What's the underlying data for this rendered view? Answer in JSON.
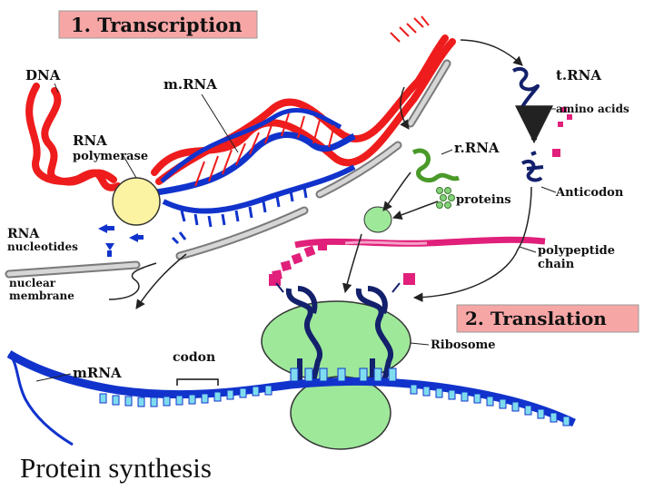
{
  "sections": {
    "transcription": "1. Transcription",
    "translation": "2. Translation"
  },
  "labels": {
    "dna": "DNA",
    "mrna_top": "m.RNA",
    "rna_polymerase_line1": "RNA",
    "rna_polymerase_line2": "polymerase",
    "rna_nucleotides_line1": "RNA",
    "rna_nucleotides_line2": "nucleotides",
    "nuclear_membrane_line1": "nuclear",
    "nuclear_membrane_line2": "membrane",
    "trna": "t.RNA",
    "amino_acids": "amino acids",
    "rrna": "r.RNA",
    "anticodon": "Anticodon",
    "proteins": "proteins",
    "polypeptide_line1": "polypeptide",
    "polypeptide_line2": "chain",
    "ribosome": "Ribosome",
    "codon": "codon",
    "mrna_bottom": "mRNA"
  },
  "caption": "Protein synthesis",
  "colors": {
    "header_bg": "#f7a6a6",
    "dna_red": "#ee1c1c",
    "mrna_blue": "#1133cc",
    "trna_navy": "#13206b",
    "ribosome_green": "#9ee89a",
    "rrna_green": "#4a9a2a",
    "polypeptide_pink": "#e0207a",
    "polymerase_yellow": "#fbf3a2",
    "membrane_gray": "#c8c8c8",
    "mrna_cyan": "#7fdcee"
  }
}
